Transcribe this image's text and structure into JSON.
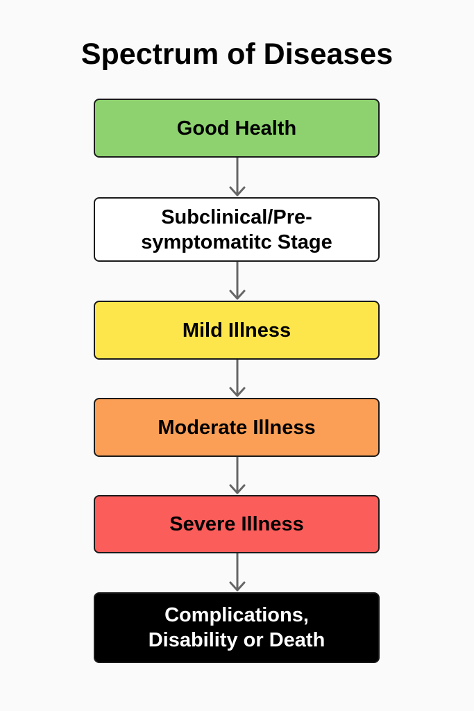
{
  "diagram": {
    "title": "Spectrum of Diseases",
    "stages": [
      {
        "label": "Good Health",
        "fill": "#8ed26f",
        "text_color": "#000000"
      },
      {
        "label": "Subclinical/Pre-\nsymptomatitc Stage",
        "fill": "#ffffff",
        "text_color": "#000000"
      },
      {
        "label": "Mild Illness",
        "fill": "#fde64c",
        "text_color": "#000000"
      },
      {
        "label": "Moderate Illness",
        "fill": "#fb9f56",
        "text_color": "#000000"
      },
      {
        "label": "Severe Illness",
        "fill": "#fb5d5a",
        "text_color": "#000000"
      },
      {
        "label": "Complications,\nDisability or Death",
        "fill": "#000000",
        "text_color": "#ffffff"
      }
    ],
    "arrow_color": "#666666"
  }
}
